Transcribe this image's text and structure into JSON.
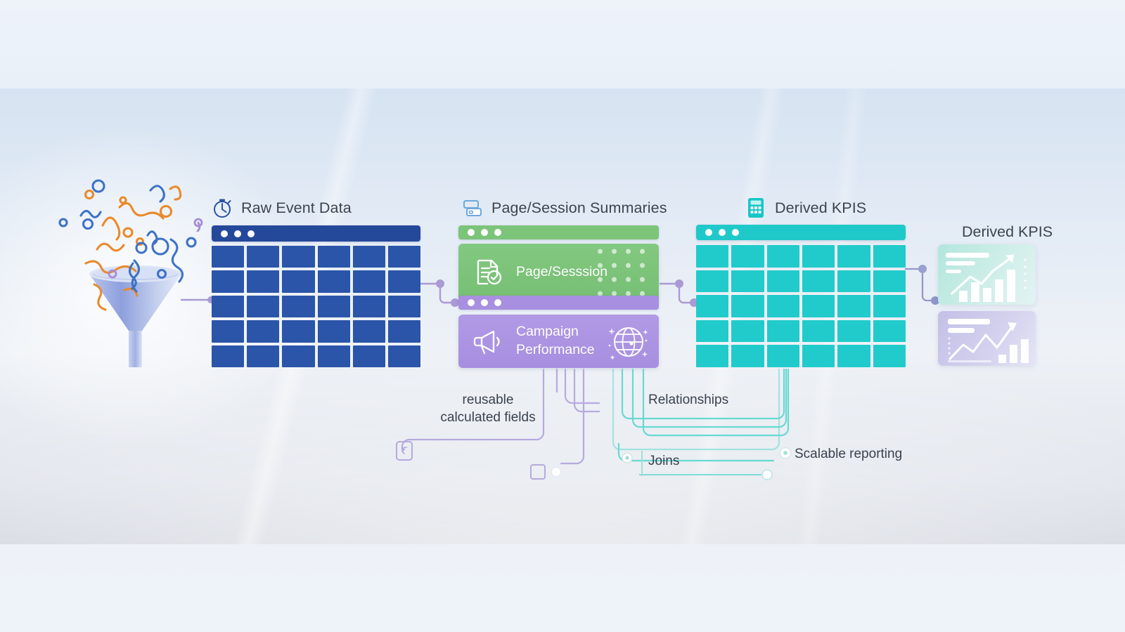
{
  "diagram": {
    "title_bar_dots": 3,
    "stages": [
      {
        "id": "raw-event-data",
        "label": "Raw Event Data",
        "icon": "stopwatch-icon",
        "accent": "#2851a3",
        "table": {
          "columns": 6,
          "rows": 5,
          "cell_color": "#2b55a8",
          "bar_color": "#24489a"
        }
      },
      {
        "id": "page-session-summaries",
        "label": "Page/Session Summaries",
        "icon": "server-stack-icon",
        "accent": "#7fbf7a",
        "cards": [
          {
            "id": "page-session-card",
            "title": "Page/Sesssion",
            "icon": "document-check-icon",
            "color": "#7cc47a",
            "bar_color": "#7cc47a",
            "decor": "dot-grid"
          },
          {
            "id": "campaign-performance-card",
            "title": "Campaign\nPerformance",
            "icon": "megaphone-icon",
            "color": "#ab93e0",
            "bar_color": "#a88fe0",
            "decor": "globe-icon"
          }
        ]
      },
      {
        "id": "derived-kpis-table",
        "label": "Derived KPIS",
        "icon": "calculator-icon",
        "accent": "#1ec9c9",
        "table": {
          "columns": 6,
          "rows": 5,
          "cell_color": "#21cbcb",
          "bar_color": "#1fc9c9"
        }
      },
      {
        "id": "derived-kpis-charts",
        "label": "Derived KPIS",
        "cards": [
          {
            "id": "kpi-chart-teal",
            "color": "#b9e7de",
            "chart": "bar-and-line-up-icon"
          },
          {
            "id": "kpi-chart-purple",
            "color": "#c6c3e8",
            "chart": "line-and-bar-up-icon"
          }
        ]
      }
    ],
    "flow_labels": [
      {
        "id": "reusable-calculated-fields",
        "text": "reusable\ncalculated fields",
        "color": "#3a424e"
      },
      {
        "id": "relationships",
        "text": "Relationships",
        "color": "#3a424e"
      },
      {
        "id": "joins",
        "text": "Joins",
        "color": "#3a424e"
      },
      {
        "id": "scalable-reporting",
        "text": "Scalable reporting",
        "color": "#3a424e"
      }
    ],
    "connector_colors": {
      "purple": "#a99ad4",
      "teal": "#67d9d2",
      "lilac": "#b7a9de"
    },
    "funnel": {
      "id": "data-funnel",
      "icon": "funnel-icon",
      "confetti_colors": [
        "#e98a2b",
        "#3e72c7",
        "#a78bd6"
      ]
    }
  }
}
